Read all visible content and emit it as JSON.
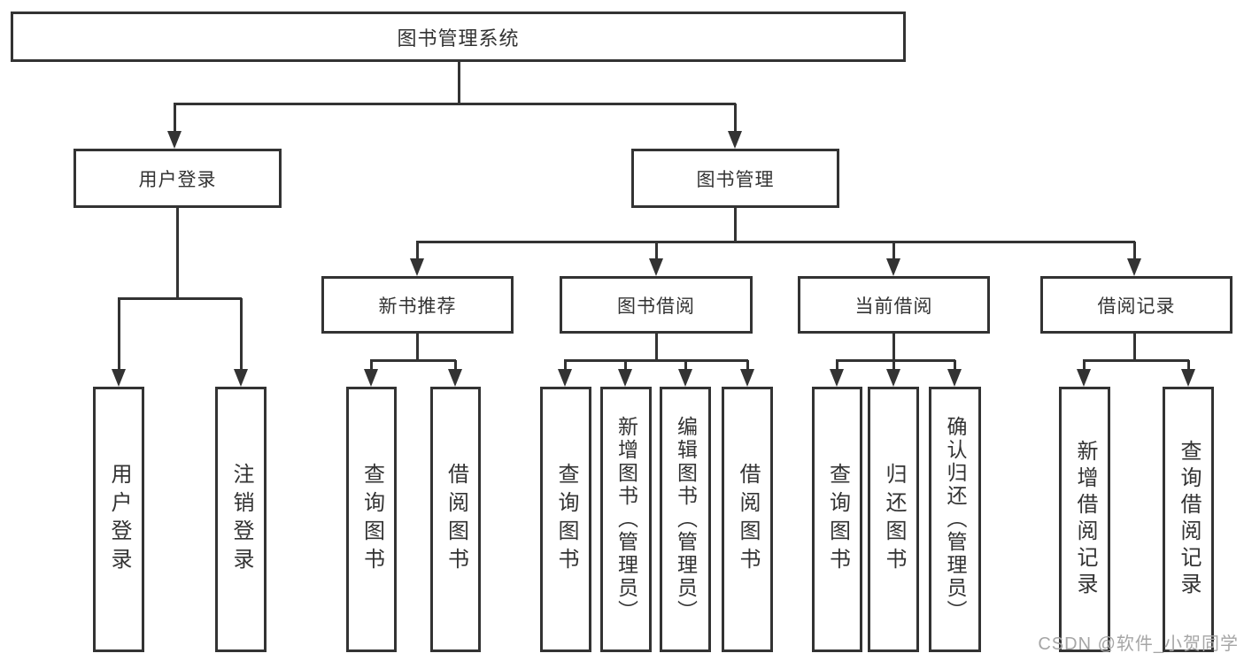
{
  "diagram": {
    "title": "图书管理系统",
    "root": {
      "label": "图书管理系统"
    },
    "branches": [
      {
        "label": "用户登录",
        "children": [
          {
            "label": "用户登录"
          },
          {
            "label": "注销登录"
          }
        ]
      },
      {
        "label": "图书管理",
        "children": [
          {
            "label": "新书推荐",
            "children": [
              {
                "label": "查询图书"
              },
              {
                "label": "借阅图书"
              }
            ]
          },
          {
            "label": "图书借阅",
            "children": [
              {
                "label": "查询图书"
              },
              {
                "label": "新增图书（管理员）"
              },
              {
                "label": "编辑图书（管理员）"
              },
              {
                "label": "借阅图书"
              }
            ]
          },
          {
            "label": "当前借阅",
            "children": [
              {
                "label": "查询图书"
              },
              {
                "label": "归还图书"
              },
              {
                "label": "确认归还（管理员）"
              }
            ]
          },
          {
            "label": "借阅记录",
            "children": [
              {
                "label": "新增借阅记录"
              },
              {
                "label": "查询借阅记录"
              }
            ]
          }
        ]
      }
    ]
  },
  "watermark": {
    "text": "CSDN @软件_小贺同学"
  },
  "colors": {
    "line": "#333333",
    "text": "#333333",
    "background": "#ffffff",
    "watermark": "#a6a6a6"
  }
}
